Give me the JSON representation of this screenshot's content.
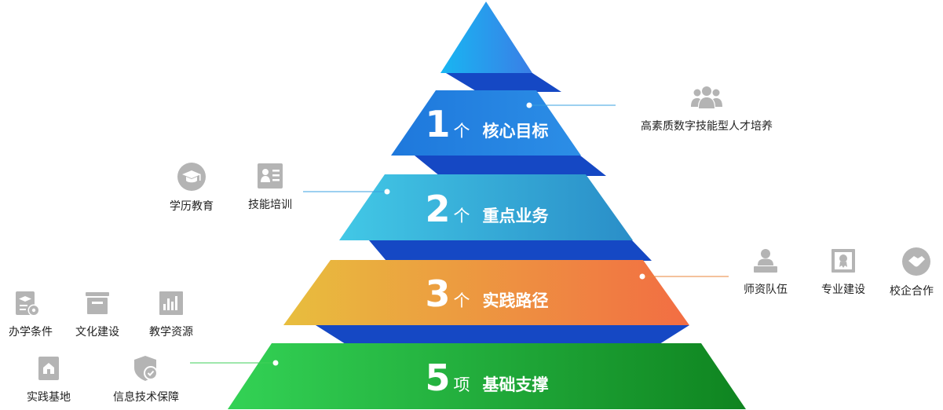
{
  "layers": [
    {
      "id": "layer-1",
      "number": "1",
      "unit": "个",
      "name": "核心目标"
    },
    {
      "id": "layer-2",
      "number": "2",
      "unit": "个",
      "name": "重点业务"
    },
    {
      "id": "layer-3",
      "number": "3",
      "unit": "个",
      "name": "实践路径"
    },
    {
      "id": "layer-5",
      "number": "5",
      "unit": "项",
      "name": "基础支撑"
    }
  ],
  "callouts": {
    "goal": [
      {
        "label": "高素质数字技能型人才培养",
        "icon": "people-group-icon"
      }
    ],
    "business": [
      {
        "label": "学历教育",
        "icon": "graduation-cap-icon"
      },
      {
        "label": "技能培训",
        "icon": "id-card-icon"
      }
    ],
    "path": [
      {
        "label": "师资队伍",
        "icon": "teacher-icon"
      },
      {
        "label": "专业建设",
        "icon": "certificate-icon"
      },
      {
        "label": "校企合作",
        "icon": "handshake-icon"
      }
    ],
    "support_row1": [
      {
        "label": "办学条件",
        "icon": "school-settings-icon"
      },
      {
        "label": "文化建设",
        "icon": "culture-icon"
      },
      {
        "label": "教学资源",
        "icon": "resource-chart-icon"
      }
    ],
    "support_row2": [
      {
        "label": "实践基地",
        "icon": "base-house-icon"
      },
      {
        "label": "信息技术保障",
        "icon": "shield-check-icon"
      }
    ]
  },
  "colors": {
    "tip": [
      "#18b6f2",
      "#3a7ee6"
    ],
    "layer1": [
      "#1e78dc",
      "#2c8ee6"
    ],
    "layer2": [
      "#42c8e6",
      "#2a8ec8"
    ],
    "layer3": [
      "#e8be3e",
      "#f26d43"
    ],
    "layer5": [
      "#33d255",
      "#0f8420"
    ],
    "connector": "#1548c4",
    "icon": "#b4b4b4"
  }
}
